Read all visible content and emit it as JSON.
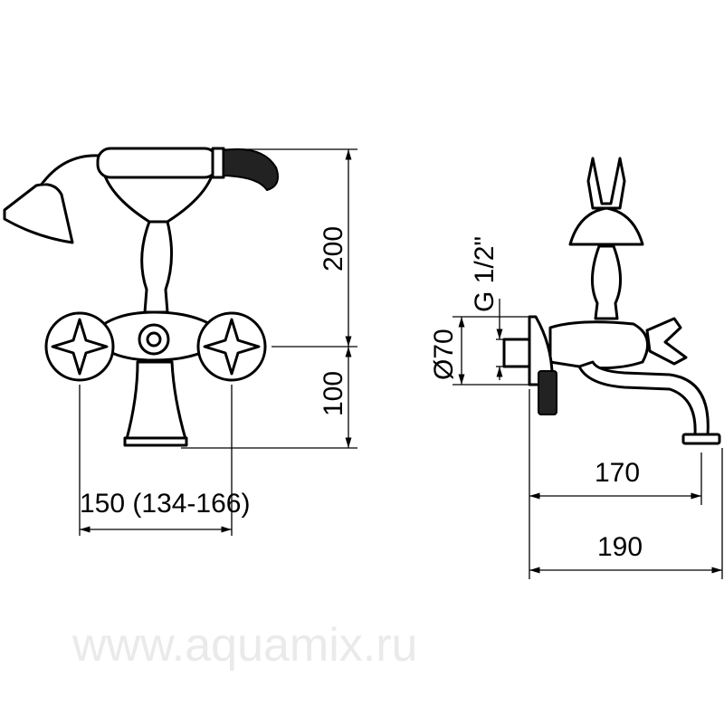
{
  "watermark": "www.aquamix.ru",
  "front_view": {
    "height_upper": "200",
    "height_lower": "100",
    "width": "150 (134-166)"
  },
  "side_view": {
    "flange_diameter": "Ø70",
    "thread": "G 1/2\"",
    "projection_spout": "170",
    "projection_total": "190"
  }
}
